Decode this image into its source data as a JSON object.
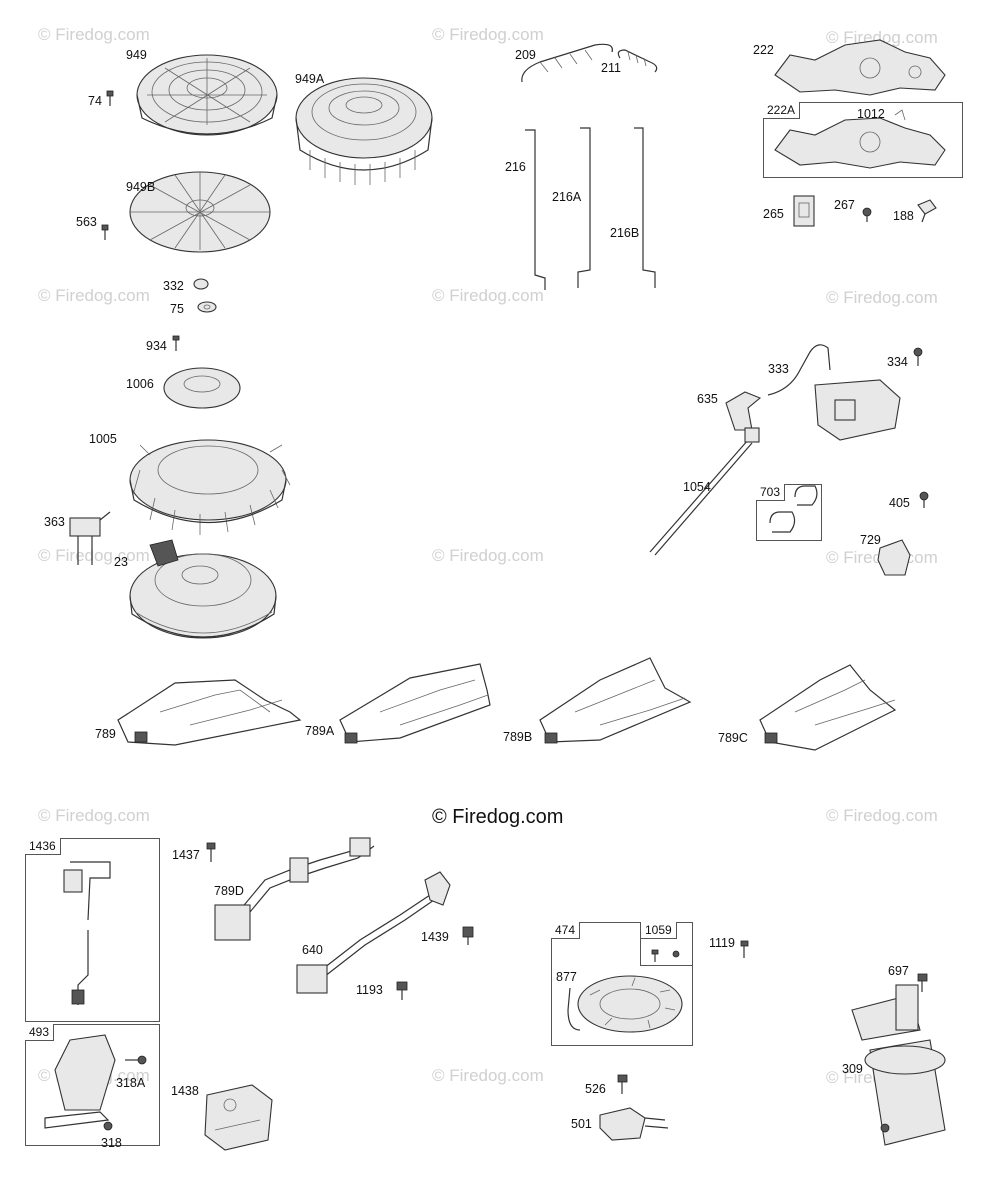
{
  "watermarks": [
    "© Firedog.com",
    "© Firedog.com",
    "© Firedog.com",
    "© Firedog.com",
    "© Firedog.com",
    "© Firedog.com",
    "© Firedog.com",
    "© Firedog.com",
    "© Firedog.com",
    "© Firedog.com",
    "© Firedog.com",
    "© Firedog.com",
    "© Firedog.com",
    "© Firedog.com",
    "© Firedog.com"
  ],
  "copyright": "© Firedog.com",
  "parts": {
    "p949": "949",
    "p74": "74",
    "p949A": "949A",
    "p949B": "949B",
    "p563": "563",
    "p332": "332",
    "p75": "75",
    "p934": "934",
    "p1006": "1006",
    "p1005": "1005",
    "p363": "363",
    "p23": "23",
    "p209": "209",
    "p211": "211",
    "p216": "216",
    "p216A": "216A",
    "p216B": "216B",
    "p222": "222",
    "p222A": "222A",
    "p1012": "1012",
    "p265": "265",
    "p267": "267",
    "p188": "188",
    "p333": "333",
    "p334": "334",
    "p635": "635",
    "p1054": "1054",
    "p703": "703",
    "p405": "405",
    "p729": "729",
    "p789": "789",
    "p789A": "789A",
    "p789B": "789B",
    "p789C": "789C",
    "p1436": "1436",
    "p1437": "1437",
    "p789D": "789D",
    "p1439": "1439",
    "p640": "640",
    "p1193": "1193",
    "p493": "493",
    "p318A": "318A",
    "p318": "318",
    "p1438": "1438",
    "p474": "474",
    "p1059": "1059",
    "p877": "877",
    "p1119": "1119",
    "p526": "526",
    "p501": "501",
    "p697": "697",
    "p309": "309"
  }
}
